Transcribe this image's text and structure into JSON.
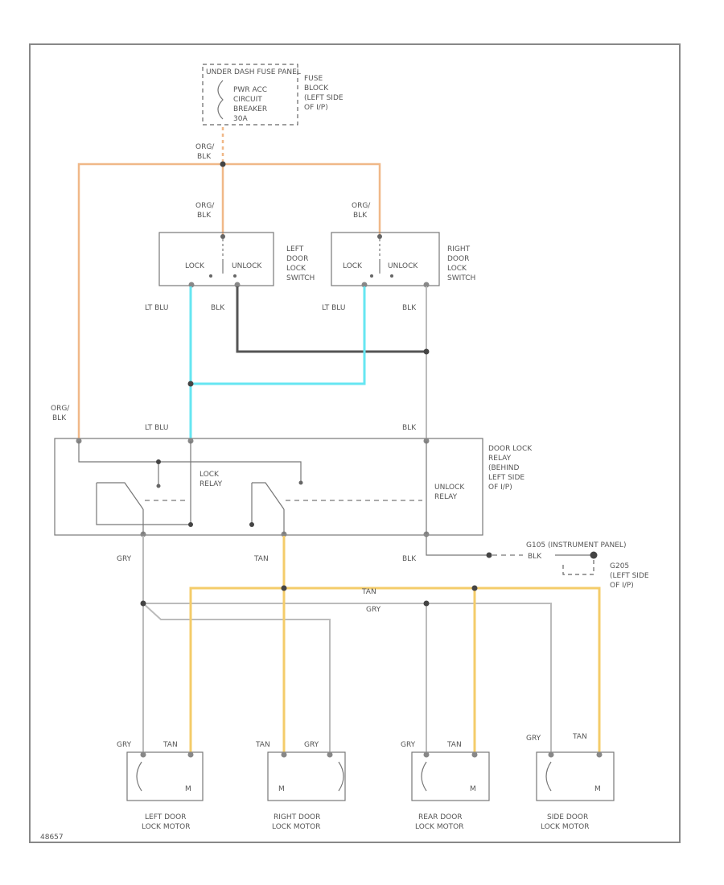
{
  "fuse_block": {
    "panel": "UNDER DASH FUSE PANEL",
    "breaker_lines": [
      "PWR ACC",
      "CIRCUIT",
      "BREAKER",
      "30A"
    ],
    "location_lines": [
      "FUSE",
      "BLOCK",
      "(LEFT SIDE",
      "OF I/P)"
    ]
  },
  "wires": {
    "org_blk": [
      "ORG/",
      "BLK"
    ],
    "lt_blu": "LT BLU",
    "blk": "BLK",
    "gry": "GRY",
    "tan": "TAN"
  },
  "left_switch": {
    "lock": "LOCK",
    "unlock": "UNLOCK",
    "title_lines": [
      "LEFT",
      "DOOR",
      "LOCK",
      "SWITCH"
    ]
  },
  "right_switch": {
    "lock": "LOCK",
    "unlock": "UNLOCK",
    "title_lines": [
      "RIGHT",
      "DOOR",
      "LOCK",
      "SWITCH"
    ]
  },
  "relay": {
    "lock_lines": [
      "LOCK",
      "RELAY"
    ],
    "unlock_lines": [
      "UNLOCK",
      "RELAY"
    ],
    "title_lines": [
      "DOOR LOCK",
      "RELAY",
      "(BEHIND",
      "LEFT SIDE",
      "OF I/P)"
    ]
  },
  "ground": {
    "title": "G105 (INSTRUMENT PANEL)",
    "wire": "BLK",
    "lines": [
      "G205",
      "(LEFT SIDE",
      "OF I/P)"
    ]
  },
  "motors": [
    {
      "lines": [
        "LEFT DOOR",
        "LOCK MOTOR"
      ]
    },
    {
      "lines": [
        "RIGHT DOOR",
        "LOCK MOTOR"
      ]
    },
    {
      "lines": [
        "REAR DOOR",
        "LOCK MOTOR"
      ]
    },
    {
      "lines": [
        "SIDE DOOR",
        "LOCK MOTOR"
      ]
    }
  ],
  "footer_code": "48657",
  "colors": {
    "orange_wire": "#f0b888",
    "light_blue_wire": "#66e6f2",
    "tan_wire": "#f4cc6a",
    "gray_wire": "#bbbbbb",
    "black_wire": "#555555"
  }
}
